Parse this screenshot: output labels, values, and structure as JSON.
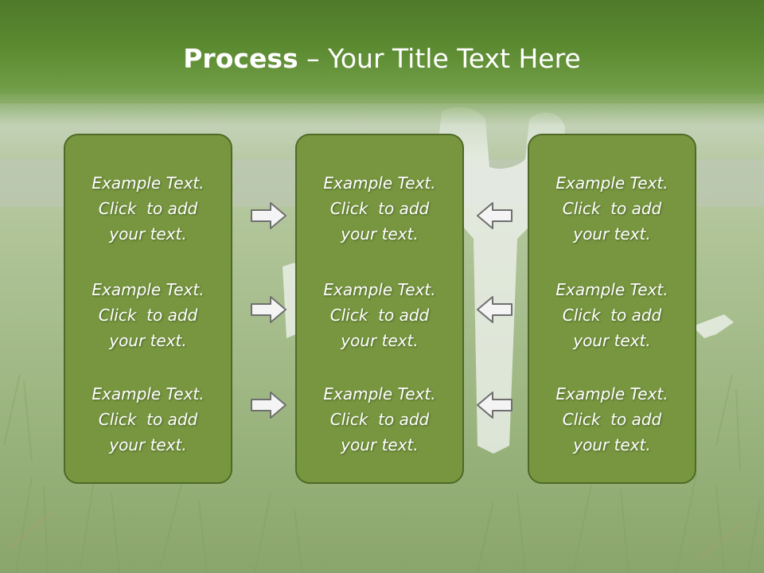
{
  "title": {
    "bold": "Process",
    "separator": " – ",
    "rest": "Your Title Text Here"
  },
  "columns": [
    {
      "blocks": [
        {
          "line1": "Example Text.",
          "line2": "Click  to add",
          "line3": "your text."
        },
        {
          "line1": "Example Text.",
          "line2": "Click  to add",
          "line3": "your text."
        },
        {
          "line1": "Example Text.",
          "line2": "Click  to add",
          "line3": "your text."
        }
      ]
    },
    {
      "blocks": [
        {
          "line1": "Example Text.",
          "line2": "Click  to add",
          "line3": "your text."
        },
        {
          "line1": "Example Text.",
          "line2": "Click  to add",
          "line3": "your text."
        },
        {
          "line1": "Example Text.",
          "line2": "Click  to add",
          "line3": "your text."
        }
      ]
    },
    {
      "blocks": [
        {
          "line1": "Example Text.",
          "line2": "Click  to add",
          "line3": "your text."
        },
        {
          "line1": "Example Text.",
          "line2": "Click  to add",
          "line3": "your text."
        },
        {
          "line1": "Example Text.",
          "line2": "Click  to add",
          "line3": "your text."
        }
      ]
    }
  ],
  "arrows": {
    "left_to_mid": "arrow-right-icon",
    "right_to_mid": "arrow-left-icon"
  },
  "colors": {
    "header": "#5b8a31",
    "panel_fill": "#77963f",
    "panel_border": "#4f6a26",
    "text": "#ffffff"
  }
}
